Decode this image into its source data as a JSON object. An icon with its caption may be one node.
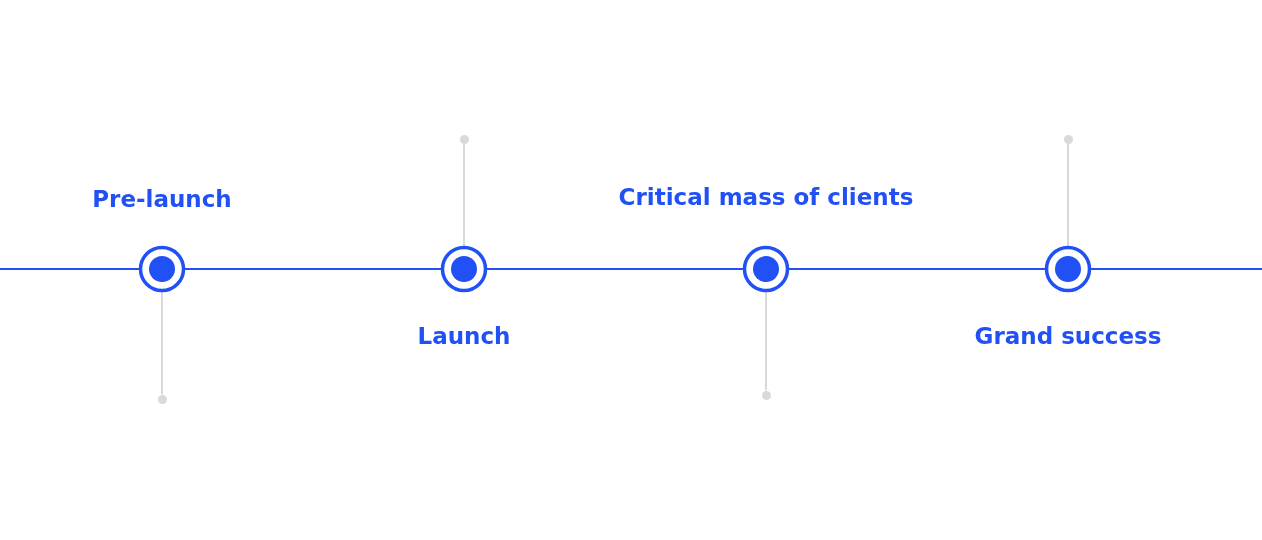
{
  "diagram": {
    "nodes": [
      {
        "text": [
          "Pre-launch"
        ]
      },
      {
        "text": [
          "Launch"
        ]
      },
      {
        "text": [
          "Critical mass of clients"
        ]
      },
      {
        "text": [
          "Grand success"
        ]
      },
      {
        "text": [],
        "shape": "circle"
      },
      {
        "text": [],
        "shape": "circle"
      },
      {
        "text": [],
        "shape": "circle"
      },
      {
        "text": [],
        "shape": "circle"
      }
    ],
    "edges": [
      {
        "from": null,
        "to": 0,
        "arrow": "none"
      },
      {
        "from": 0,
        "to": 1,
        "arrow": "none"
      },
      {
        "from": 1,
        "to": 2,
        "arrow": "none"
      },
      {
        "from": 2,
        "to": 3,
        "arrow": "none"
      },
      {
        "from": 3,
        "to": null,
        "arrow": "none"
      },
      {
        "from": 0,
        "to": 4,
        "arrow": "none",
        "color": "#d9d9d9"
      },
      {
        "from": 1,
        "to": 5,
        "arrow": "none",
        "color": "#d9d9d9"
      },
      {
        "from": 2,
        "to": 6,
        "arrow": "none",
        "color": "#d9d9d9"
      },
      {
        "from": 3,
        "to": 7,
        "arrow": "none",
        "color": "#d9d9d9"
      }
    ]
  }
}
